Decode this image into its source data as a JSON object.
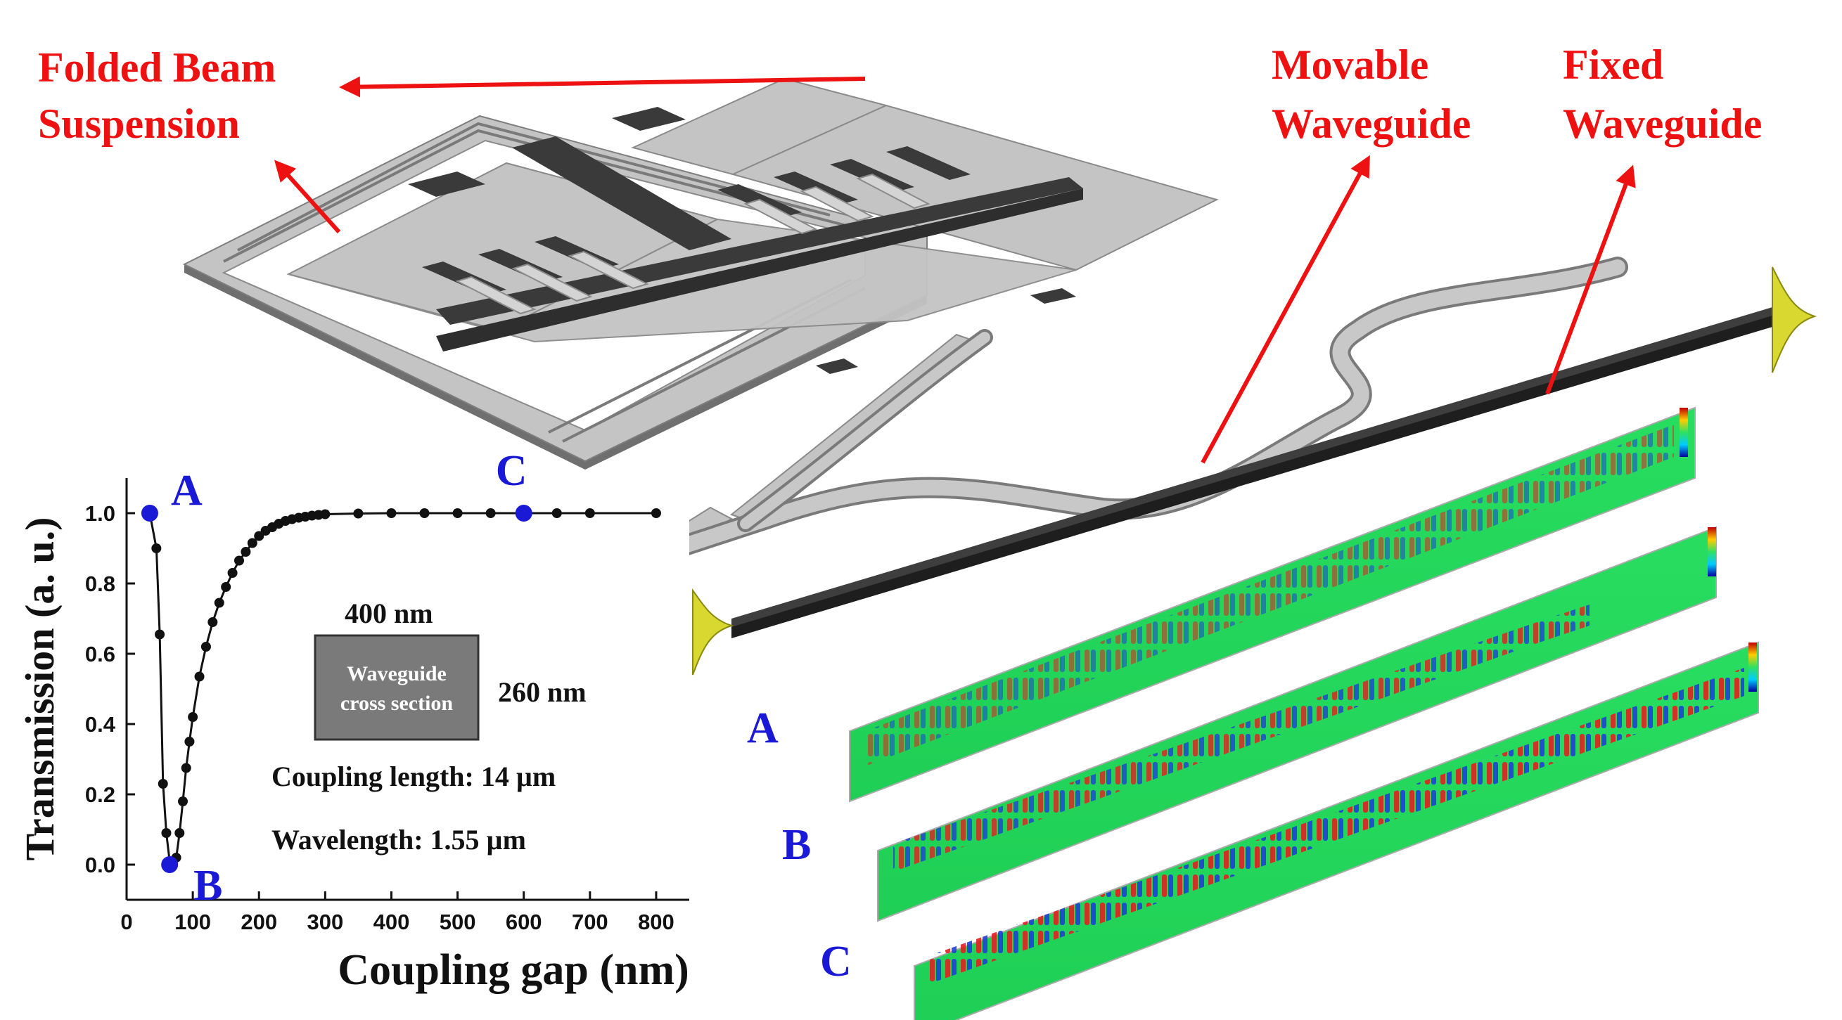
{
  "labels": {
    "folded_beam_line1": "Folded Beam",
    "folded_beam_line2": "Suspension",
    "movable_line1": "Movable",
    "movable_line2": "Waveguide",
    "fixed_line1": "Fixed",
    "fixed_line2": "Waveguide"
  },
  "inset": {
    "width_label": "400 nm",
    "height_label": "260 nm",
    "box_line1": "Waveguide",
    "box_line2": "cross section",
    "coupling_length": "Coupling length: 14 µm",
    "wavelength": "Wavelength: 1.55 µm"
  },
  "field_panels": [
    "A",
    "B",
    "C"
  ],
  "colors": {
    "label_red": "#ee1111",
    "marker_blue": "#1a1ad6",
    "structure_light": "#c4c4c4",
    "structure_dark": "#3a3a3a",
    "field_bg": "#22d85a",
    "mode_yellow": "#d8d830"
  },
  "chart_data": {
    "type": "scatter",
    "xlabel": "Coupling gap (nm)",
    "ylabel": "Transmission (a. u.)",
    "xlim": [
      0,
      850
    ],
    "ylim": [
      -0.1,
      1.1
    ],
    "xticks": [
      0,
      100,
      200,
      300,
      400,
      500,
      600,
      700,
      800
    ],
    "yticks": [
      0.0,
      0.2,
      0.4,
      0.6,
      0.8,
      1.0
    ],
    "series": [
      {
        "x": [
          35,
          45,
          50,
          55,
          60,
          65,
          70,
          75,
          80,
          85,
          90,
          95,
          100,
          110,
          120,
          130,
          140,
          150,
          160,
          170,
          180,
          190,
          200,
          210,
          220,
          230,
          240,
          250,
          260,
          270,
          280,
          290,
          300,
          350,
          400,
          450,
          500,
          550,
          600,
          650,
          700,
          800
        ],
        "y": [
          1.0,
          0.9,
          0.655,
          0.23,
          0.09,
          0.01,
          0.0,
          0.02,
          0.09,
          0.18,
          0.275,
          0.35,
          0.42,
          0.535,
          0.62,
          0.69,
          0.745,
          0.79,
          0.83,
          0.865,
          0.89,
          0.915,
          0.935,
          0.95,
          0.96,
          0.97,
          0.978,
          0.983,
          0.987,
          0.99,
          0.993,
          0.995,
          0.997,
          0.999,
          1.0,
          1.0,
          1.0,
          1.0,
          1.0,
          1.0,
          1.0,
          1.0
        ]
      }
    ],
    "highlighted_points": [
      {
        "label": "A",
        "x": 35,
        "y": 1.0
      },
      {
        "label": "B",
        "x": 65,
        "y": 0.0
      },
      {
        "label": "C",
        "x": 600,
        "y": 1.0
      }
    ]
  }
}
